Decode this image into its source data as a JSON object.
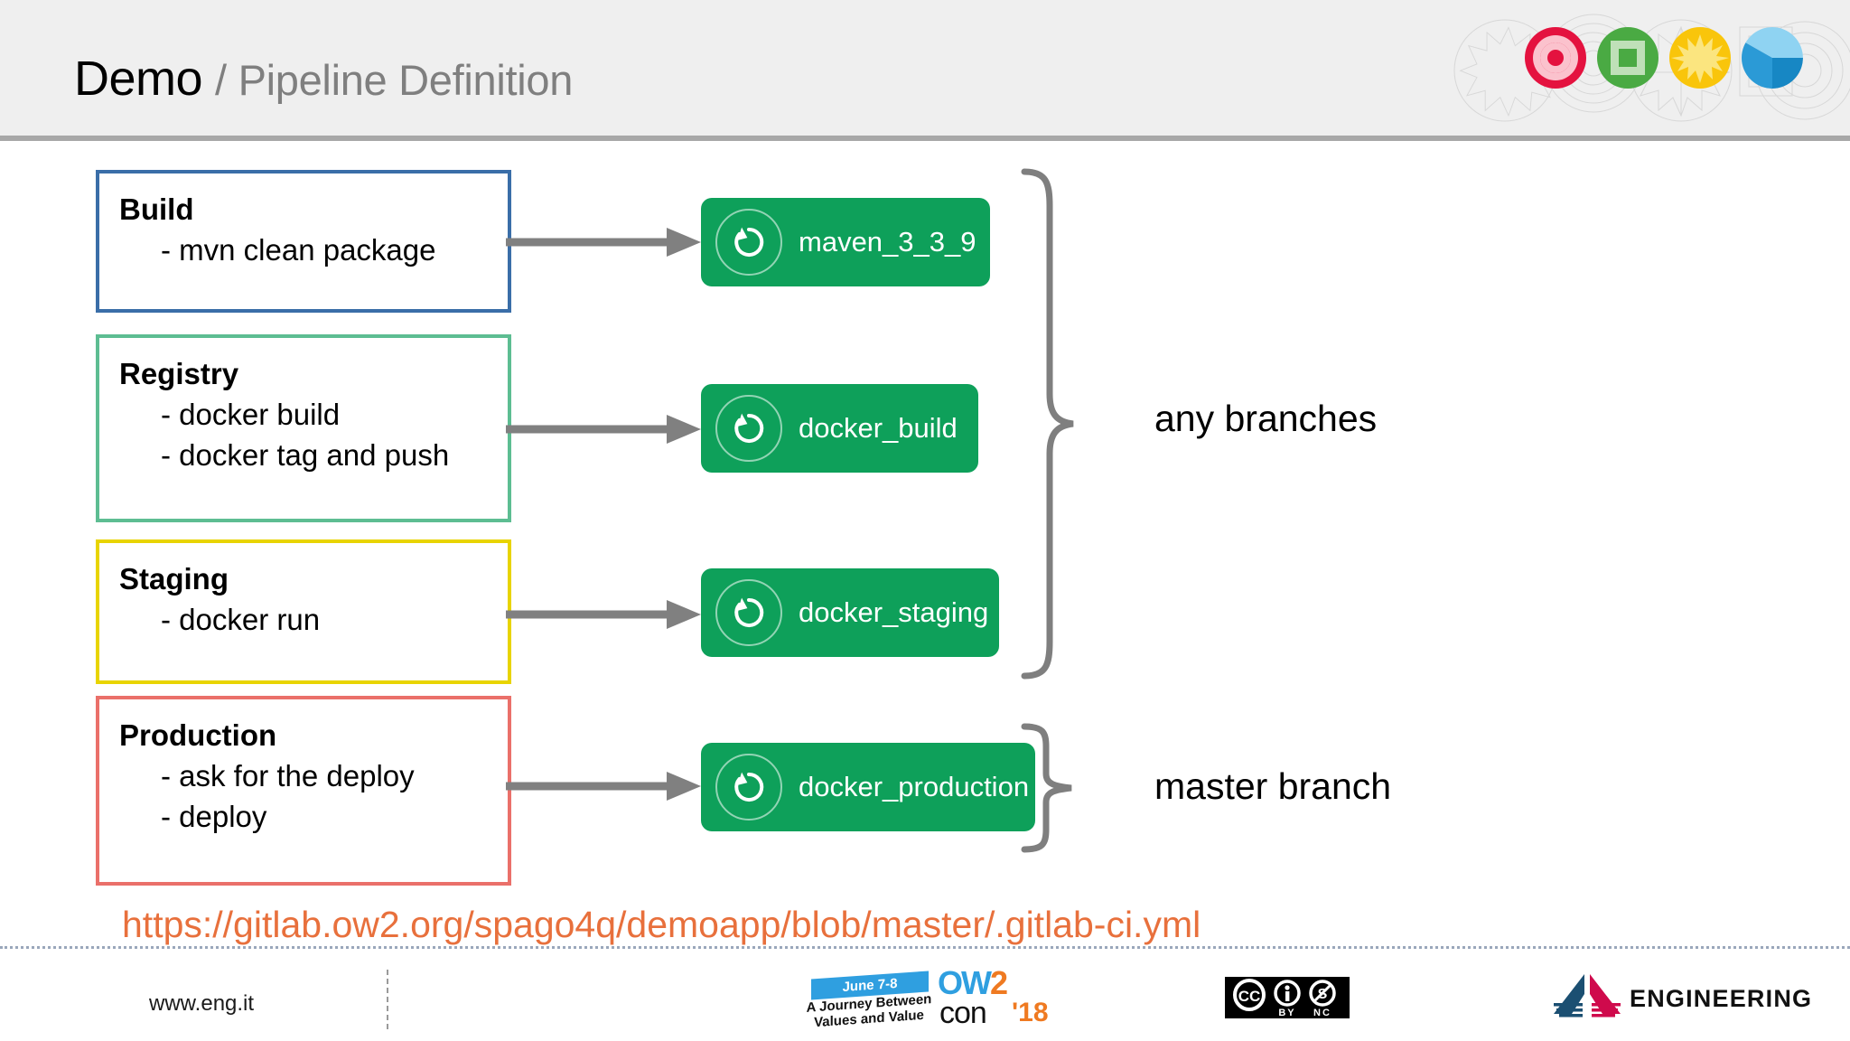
{
  "header": {
    "title_main": "Demo",
    "title_sub": "/ Pipeline Definition",
    "icons": [
      {
        "name": "target-icon",
        "color": "#e4123f"
      },
      {
        "name": "square-icon",
        "color": "#4aaa43"
      },
      {
        "name": "starburst-icon",
        "color": "#f9c50b"
      },
      {
        "name": "pie-chart-icon",
        "color": "#2b9ad6"
      }
    ]
  },
  "stages": [
    {
      "title": "Build",
      "items": [
        "- mvn clean package"
      ],
      "border_color": "#3a6ea8"
    },
    {
      "title": "Registry",
      "items": [
        "- docker build",
        "- docker tag and push"
      ],
      "border_color": "#5dbd92"
    },
    {
      "title": "Staging",
      "items": [
        "- docker run"
      ],
      "border_color": "#e8d400"
    },
    {
      "title": "Production",
      "items": [
        "- ask for the deploy",
        "- deploy"
      ],
      "border_color": "#ea706a"
    }
  ],
  "jobs": [
    {
      "label": "maven_3_3_9",
      "icon": "retry-icon",
      "color": "#0ea05a"
    },
    {
      "label": "docker_build",
      "icon": "retry-icon",
      "color": "#0ea05a"
    },
    {
      "label": "docker_staging",
      "icon": "retry-icon",
      "color": "#0ea05a"
    },
    {
      "label": "docker_production",
      "icon": "retry-icon",
      "color": "#0ea05a"
    }
  ],
  "groups": [
    {
      "label": "any branches"
    },
    {
      "label": "master branch"
    }
  ],
  "source_link": "https://gitlab.ow2.org/spago4q/demoapp/blob/master/.gitlab-ci.yml",
  "footer": {
    "site": "www.eng.it",
    "ow2": {
      "june": "June 7-8",
      "tagline_1": "A Journey Between",
      "tagline_2": "Values and Value",
      "mark_o": "O",
      "mark_w": "W",
      "mark_2": "2",
      "con": "con",
      "year": "'18"
    },
    "license": {
      "name": "creative-commons-by-nc-badge",
      "by": "BY",
      "nc": "NC"
    },
    "company": "ENGINEERING"
  }
}
